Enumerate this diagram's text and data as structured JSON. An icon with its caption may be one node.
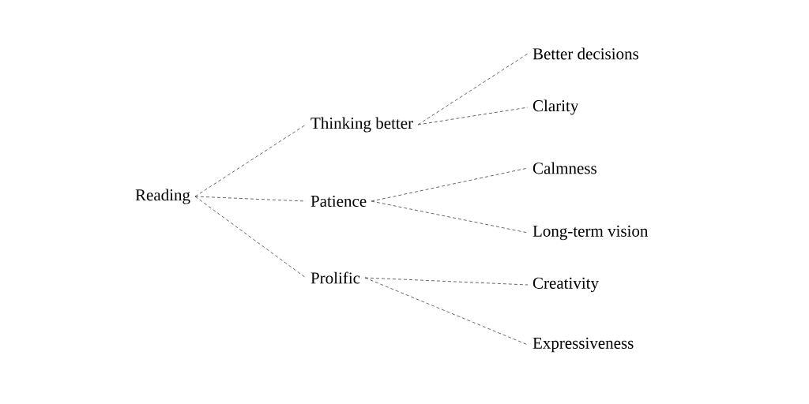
{
  "diagram": {
    "nodes": [
      {
        "text": [
          "Reading"
        ]
      },
      {
        "text": [
          "Thinking better"
        ]
      },
      {
        "text": [
          "Patience"
        ]
      },
      {
        "text": [
          "Prolific"
        ]
      },
      {
        "text": [
          "Better decisions"
        ]
      },
      {
        "text": [
          "Clarity"
        ]
      },
      {
        "text": [
          "Calmness"
        ]
      },
      {
        "text": [
          "Long-term vision"
        ]
      },
      {
        "text": [
          "Creativity"
        ]
      },
      {
        "text": [
          "Expressiveness"
        ]
      }
    ],
    "edges": [
      {
        "from": 0,
        "to": 1,
        "arrow": "none",
        "style": "dashed"
      },
      {
        "from": 0,
        "to": 2,
        "arrow": "none",
        "style": "dashed"
      },
      {
        "from": 0,
        "to": 3,
        "arrow": "none",
        "style": "dashed"
      },
      {
        "from": 1,
        "to": 4,
        "arrow": "none",
        "style": "dashed"
      },
      {
        "from": 1,
        "to": 5,
        "arrow": "none",
        "style": "dashed"
      },
      {
        "from": 2,
        "to": 6,
        "arrow": "none",
        "style": "dashed"
      },
      {
        "from": 2,
        "to": 7,
        "arrow": "none",
        "style": "dashed"
      },
      {
        "from": 3,
        "to": 8,
        "arrow": "none",
        "style": "dashed"
      },
      {
        "from": 3,
        "to": 9,
        "arrow": "none",
        "style": "dashed"
      }
    ]
  }
}
